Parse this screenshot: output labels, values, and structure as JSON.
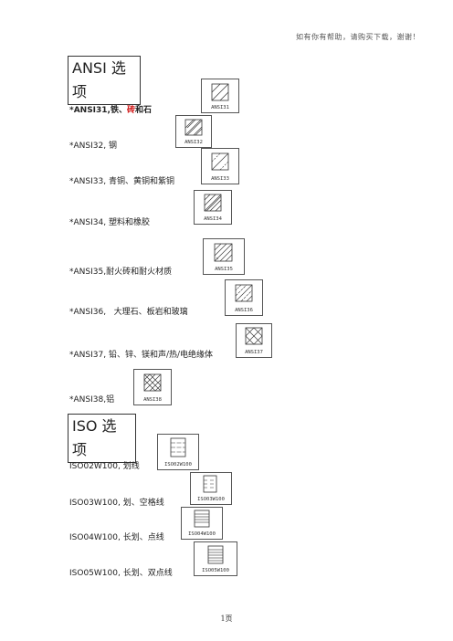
{
  "header_note": "如有你有帮助，请购买下载，谢谢！",
  "ansi_section": {
    "title": "ANSI 选项",
    "items": [
      {
        "prefix": "*ANSI31,",
        "desc_a": "铁、",
        "desc_red": "砖",
        "desc_b": "和石",
        "swatch": "ANSI31"
      },
      {
        "prefix": "*ANSI32,",
        "desc": "钢",
        "swatch": "ANSI32"
      },
      {
        "prefix": "*ANSI33,",
        "desc": "青铜、黄铜和紫铜",
        "swatch": "ANSI33"
      },
      {
        "prefix": "*ANSI34,",
        "desc": "塑料和橡胶",
        "swatch": "ANSI34"
      },
      {
        "prefix": "*ANSI35,",
        "desc": "耐火砖和耐火材质",
        "swatch": "ANSI35"
      },
      {
        "prefix": "*ANSI36,",
        "desc": "大理石、板岩和玻璃",
        "swatch": "ANSI36"
      },
      {
        "prefix": "*ANSI37,",
        "desc": "铅、锌、镁和声/热/电绝缘体",
        "swatch": "ANSI37"
      },
      {
        "prefix": "*ANSI38,",
        "desc": "铝",
        "swatch": "ANSI38"
      }
    ]
  },
  "iso_section": {
    "title": "ISO 选项",
    "items": [
      {
        "prefix": "ISO02W100,",
        "desc": "划线",
        "swatch": "ISO02W100"
      },
      {
        "prefix": "ISO03W100,",
        "desc": "划、空格线",
        "swatch": "ISO03W100"
      },
      {
        "prefix": "ISO04W100,",
        "desc": "长划、点线",
        "swatch": "ISO04W100"
      },
      {
        "prefix": "ISO05W100,",
        "desc": "长划、双点线",
        "swatch": "ISO05W100"
      }
    ]
  },
  "footer": "1页"
}
